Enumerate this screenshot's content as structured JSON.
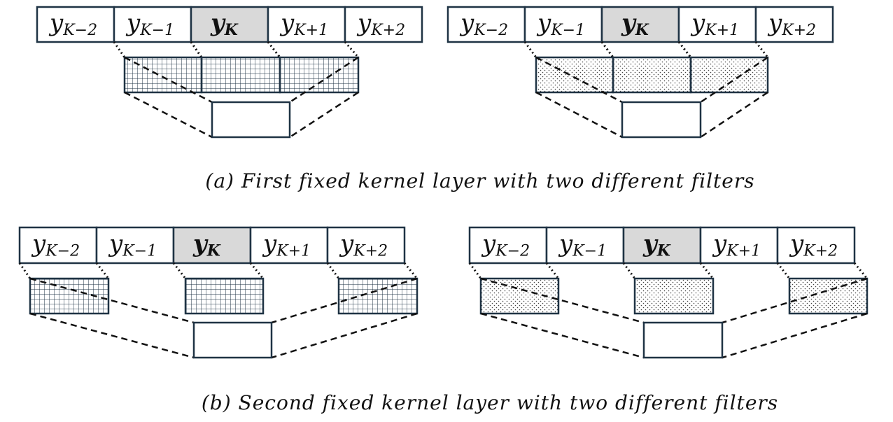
{
  "colors": {
    "stroke": "#1f3344",
    "highlight": "#d9d9d9",
    "pattern_stroke": "#1f3344"
  },
  "sequence_cells": [
    {
      "base": "y",
      "sub": "K−2"
    },
    {
      "base": "y",
      "sub": "K−1"
    },
    {
      "base": "y",
      "sub": "K"
    },
    {
      "base": "y",
      "sub": "K+1"
    },
    {
      "base": "y",
      "sub": "K+2"
    }
  ],
  "captions": {
    "a": "(a) First fixed kernel layer with two different filters",
    "b": "(b) Second fixed kernel layer with two different filters"
  },
  "panels": [
    {
      "id": "a-left",
      "filter": "grid",
      "kernel": "contiguous"
    },
    {
      "id": "a-right",
      "filter": "dots",
      "kernel": "contiguous"
    },
    {
      "id": "b-left",
      "filter": "grid",
      "kernel": "dilated"
    },
    {
      "id": "b-right",
      "filter": "dots",
      "kernel": "dilated"
    }
  ]
}
